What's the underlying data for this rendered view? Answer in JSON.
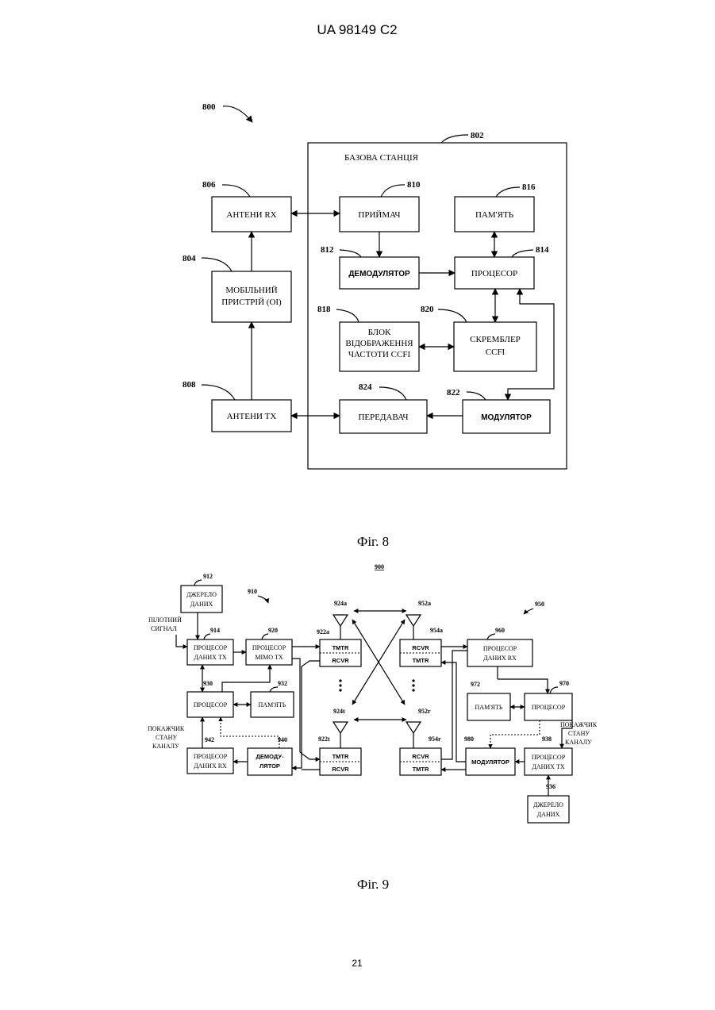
{
  "header": {
    "patent_no": "UA   98149   C2"
  },
  "fig8": {
    "caption": "Фіг. 8",
    "ref_system": "800",
    "ref_station": "802",
    "station_label": "БАЗОВА СТАНЦІЯ",
    "blocks": {
      "rx_antennas": {
        "ref": "806",
        "label": "АНТЕНИ RX"
      },
      "receiver": {
        "ref": "810",
        "label": "ПРИЙМАЧ"
      },
      "memory": {
        "ref": "816",
        "label": "ПАМ'ЯТЬ"
      },
      "demodulator": {
        "ref": "812",
        "label": "ДЕМОДУЛЯТОР"
      },
      "processor": {
        "ref": "814",
        "label": "ПРОЦЕСОР"
      },
      "mobile_device": {
        "ref": "804",
        "line1": "МОБІЛЬНИЙ",
        "line2": "ПРИСТРІЙ (ОІ)"
      },
      "ccfi_mapper": {
        "ref": "818",
        "line1": "БЛОК",
        "line2": "ВІДОБРАЖЕННЯ",
        "line3": "ЧАСТОТИ CCFI"
      },
      "ccfi_scrambler": {
        "ref": "820",
        "line1": "СКРЕМБЛЕР",
        "line2": "CCFI"
      },
      "tx_antennas": {
        "ref": "808",
        "label": "АНТЕНИ TX"
      },
      "transmitter": {
        "ref": "824",
        "label": "ПЕРЕДАВАЧ"
      },
      "modulator": {
        "ref": "822",
        "label": "МОДУЛЯТОР"
      }
    }
  },
  "fig9": {
    "caption": "Фіг. 9",
    "ref_system": "900",
    "ref_tx_system": "910",
    "ref_rx_system": "950",
    "pilot": {
      "line1": "ПІЛОТНИЙ",
      "line2": "СИГНАЛ"
    },
    "csi_left": {
      "line1": "ПОКАЖЧИК",
      "line2": "СТАНУ",
      "line3": "КАНАЛУ"
    },
    "csi_right": {
      "line1": "ПОКАЖЧИК",
      "line2": "СТАНУ",
      "line3": "КАНАЛУ"
    },
    "blocks": {
      "data_source_left": {
        "ref": "912",
        "line1": "ДЖЕРЕЛО",
        "line2": "ДАНИХ"
      },
      "tx_data_proc_left": {
        "ref": "914",
        "line1": "ПРОЦЕСОР",
        "line2": "ДАНИХ ТХ"
      },
      "mimo_tx_proc": {
        "ref": "920",
        "line1": "ПРОЦЕСОР",
        "line2": "МІМО ТХ"
      },
      "processor_left": {
        "ref": "930",
        "label": "ПРОЦЕСОР"
      },
      "memory_left": {
        "ref": "932",
        "label": "ПАМ'ЯТЬ"
      },
      "rx_data_proc_left": {
        "ref": "942",
        "line1": "ПРОЦЕСОР",
        "line2": "ДАНИХ RX"
      },
      "demodulator_left": {
        "ref": "940",
        "line1": "ДЕМОДУ-",
        "line2": "ЛЯТОР"
      },
      "xcvr_922a": {
        "ref": "922a",
        "top": "TMTR",
        "bottom": "RCVR"
      },
      "xcvr_922t": {
        "ref": "922t",
        "top": "TMTR",
        "bottom": "RCVR"
      },
      "antenna_924a": {
        "ref": "924a"
      },
      "antenna_924t": {
        "ref": "924t"
      },
      "antenna_952a": {
        "ref": "952a"
      },
      "antenna_952r": {
        "ref": "952r"
      },
      "xcvr_954a": {
        "ref": "954a",
        "top": "RCVR",
        "bottom": "TMTR"
      },
      "xcvr_954r": {
        "ref": "954r",
        "top": "RCVR",
        "bottom": "TMTR"
      },
      "rx_data_proc_right": {
        "ref": "960",
        "line1": "ПРОЦЕСОР",
        "line2": "ДАНИХ RX"
      },
      "memory_right": {
        "ref": "972",
        "label": "ПАМ'ЯТЬ"
      },
      "processor_right": {
        "ref": "970",
        "label": "ПРОЦЕСОР"
      },
      "modulator_right": {
        "ref": "980",
        "label": "МОДУЛЯТОР"
      },
      "tx_data_proc_right": {
        "ref": "938",
        "line1": "ПРОЦЕСОР",
        "line2": "ДАНИХ ТХ"
      },
      "data_source_right": {
        "ref": "936",
        "line1": "ДЖЕРЕЛО",
        "line2": "ДАНИХ"
      }
    }
  },
  "footer": {
    "page_number": "21"
  }
}
